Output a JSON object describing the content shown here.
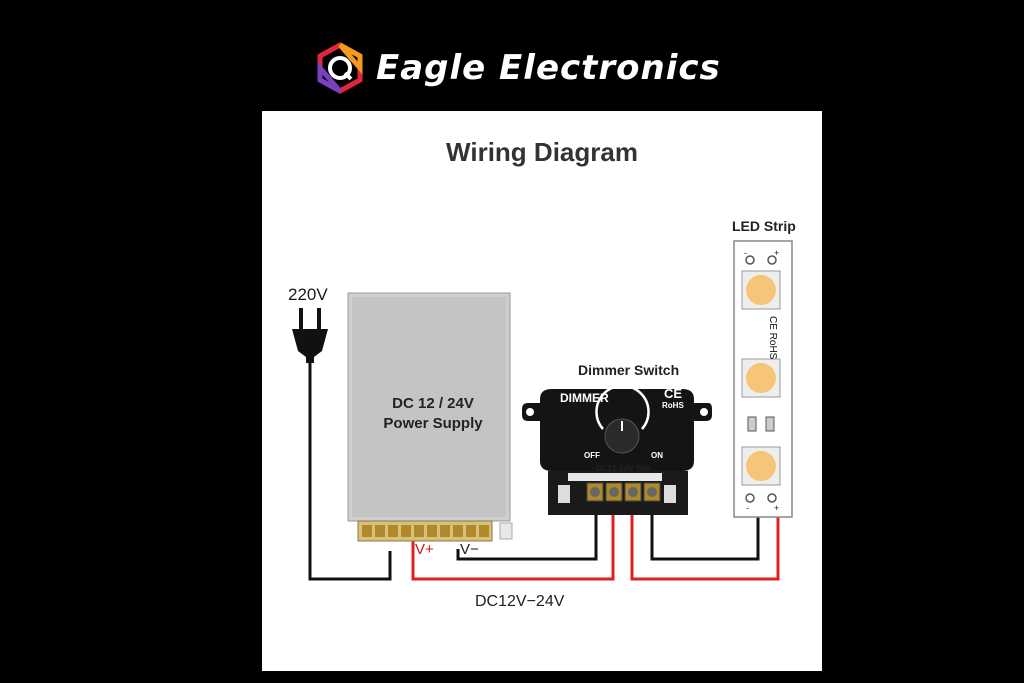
{
  "brand": {
    "name": "Eagle Electronics",
    "icon": "eagle-hexagon-logo",
    "colors": [
      "#e3263e",
      "#f59a1b",
      "#7b3fbf",
      "#2d8cf0"
    ]
  },
  "diagram": {
    "title": "Wiring Diagram",
    "mains_label": "220V",
    "power_supply": {
      "line1": "DC 12 / 24V",
      "line2": "Power Supply"
    },
    "dimmer": {
      "title": "Dimmer Switch",
      "brand": "DIMMER",
      "ce": "CE",
      "rohs": "RoHS",
      "off": "OFF",
      "on": "ON",
      "rating": "DC12-24V  30A"
    },
    "led_strip": {
      "title": "LED Strip",
      "marking": "CE RoHS",
      "neg": "-",
      "pos": "+"
    },
    "terminal_vplus": "V+",
    "terminal_vminus": "V−",
    "voltage_range": "DC12V−24V",
    "wire_colors": {
      "positive": "#e02020",
      "negative": "#111111"
    }
  }
}
